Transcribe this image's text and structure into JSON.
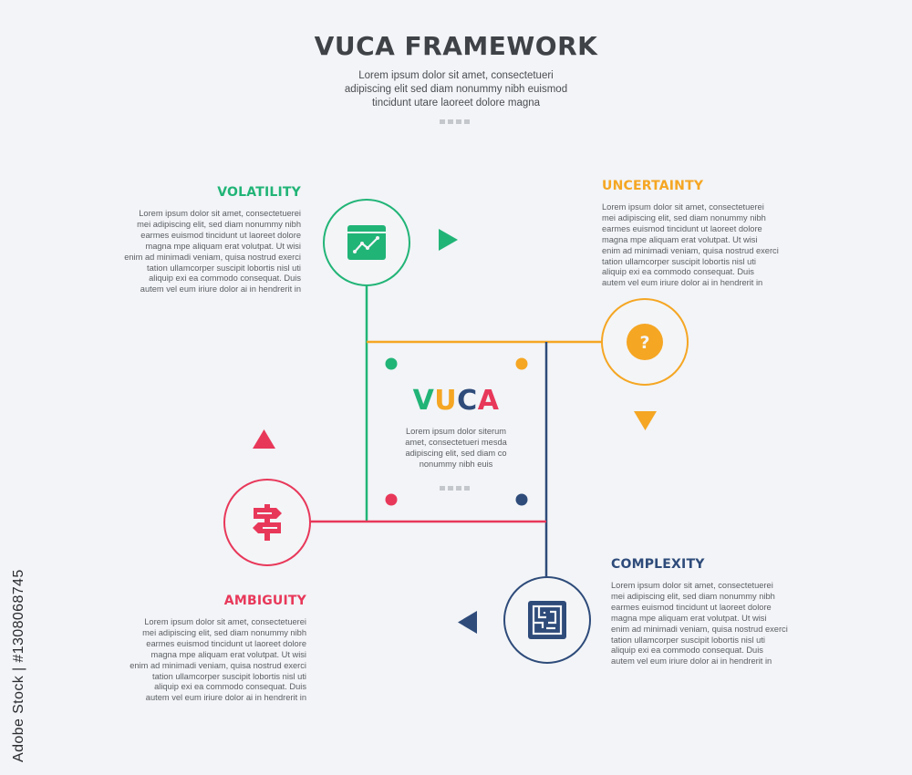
{
  "header": {
    "title": "VUCA FRAMEWORK",
    "subtitle_lines": [
      "Lorem ipsum dolor sit amet, consectetueri",
      "adipiscing elit sed diam nonummy nibh euismod",
      "tincidunt utare laoreet dolore magna"
    ]
  },
  "colors": {
    "volatility": "#21b477",
    "uncertainty": "#f5a623",
    "ambiguity": "#e8385a",
    "complexity": "#2e4b7a",
    "title": "#3f4247",
    "text": "#5b5e63"
  },
  "sections": {
    "volatility": {
      "heading": "VOLATILITY",
      "icon": "trend-chart-icon",
      "lines": [
        "Lorem ipsum dolor sit amet, consectetuerei",
        "mei adipiscing elit, sed diam nonummy nibh",
        "earmes euismod tincidunt ut laoreet dolore",
        "magna mpe aliquam erat volutpat. Ut wisi",
        "enim ad minimadi veniam, quisa nostrud exerci",
        "tation ullamcorper suscipit lobortis nisl uti",
        "aliquip exi ea commodo consequat. Duis",
        "autem vel eum iriure dolor ai in hendrerit in"
      ]
    },
    "uncertainty": {
      "heading": "UNCERTAINTY",
      "icon": "question-mark-icon",
      "lines": [
        "Lorem ipsum dolor sit amet, consectetuerei",
        "mei adipiscing elit, sed diam nonummy nibh",
        "earmes euismod tincidunt ut laoreet dolore",
        "magna mpe aliquam erat volutpat. Ut wisi",
        "enim ad minimadi veniam, quisa nostrud exerci",
        "tation ullamcorper suscipit lobortis nisl uti",
        "aliquip exi ea commodo consequat. Duis",
        "autem vel eum iriure dolor ai in hendrerit in"
      ]
    },
    "ambiguity": {
      "heading": "AMBIGUITY",
      "icon": "signpost-icon",
      "lines": [
        "Lorem ipsum dolor sit amet, consectetuerei",
        "mei adipiscing elit, sed diam nonummy nibh",
        "earmes euismod tincidunt ut laoreet dolore",
        "magna mpe aliquam erat volutpat. Ut wisi",
        "enim ad minimadi veniam, quisa nostrud exerci",
        "tation ullamcorper suscipit lobortis nisl uti",
        "aliquip exi ea commodo consequat. Duis",
        "autem vel eum iriure dolor ai in hendrerit in"
      ]
    },
    "complexity": {
      "heading": "COMPLEXITY",
      "icon": "maze-icon",
      "lines": [
        "Lorem ipsum dolor sit amet, consectetuerei",
        "mei adipiscing elit, sed diam nonummy nibh",
        "earmes euismod tincidunt ut laoreet dolore",
        "magna mpe aliquam erat volutpat. Ut wisi",
        "enim ad minimadi veniam, quisa nostrud exerci",
        "tation ullamcorper suscipit lobortis nisl uti",
        "aliquip exi ea commodo consequat. Duis",
        "autem vel eum iriure dolor ai in hendrerit in"
      ]
    }
  },
  "center": {
    "letters": [
      "V",
      "U",
      "C",
      "A"
    ],
    "lines": [
      "Lorem ipsum dolor siterum",
      "amet, consectetueri mesda",
      "adipiscing elit, sed diam co",
      "nonummy nibh euis"
    ]
  },
  "icons": {
    "question_symbol": "?"
  },
  "watermark": "Adobe Stock | #1308068745"
}
